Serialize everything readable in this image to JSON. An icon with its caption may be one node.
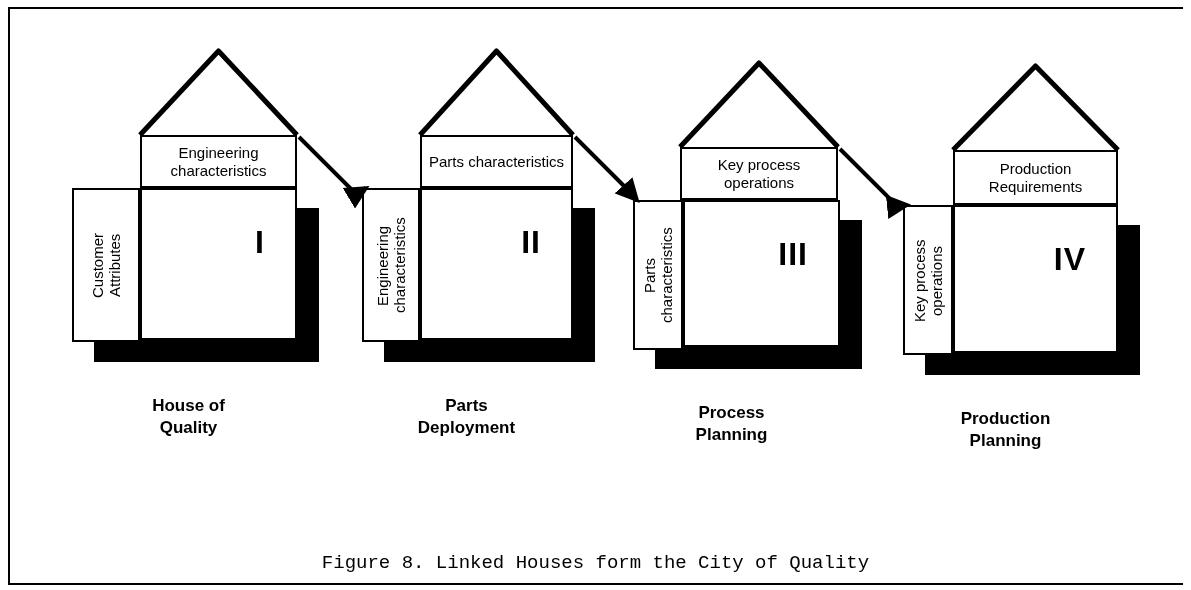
{
  "diagram": {
    "caption": "Figure 8. Linked Houses form the City of Quality",
    "nodes": [
      {
        "text": [
          "Engineering characteristics"
        ]
      },
      {
        "text": [
          "Customer Attributes"
        ]
      },
      {
        "text": [
          "I"
        ],
        "beside": [
          "House of Quality"
        ]
      },
      {
        "text": [
          "Parts characteristics"
        ]
      },
      {
        "text": [
          "Engineering characteristics"
        ]
      },
      {
        "text": [
          "II"
        ],
        "beside": [
          "Parts Deployment"
        ]
      },
      {
        "text": [
          "Key process operations"
        ]
      },
      {
        "text": [
          "Parts characteristics"
        ]
      },
      {
        "text": [
          "III"
        ],
        "beside": [
          "Process Planning"
        ]
      },
      {
        "text": [
          "Production Requirements"
        ]
      },
      {
        "text": [
          "Key process operations"
        ]
      },
      {
        "text": [
          "IV"
        ],
        "beside": [
          "Production Planning"
        ]
      }
    ],
    "edges": [
      {
        "from": 0,
        "to": 4,
        "arrow": "to"
      },
      {
        "from": 3,
        "to": 7,
        "arrow": "to"
      },
      {
        "from": 6,
        "to": 10,
        "arrow": "to"
      }
    ]
  }
}
